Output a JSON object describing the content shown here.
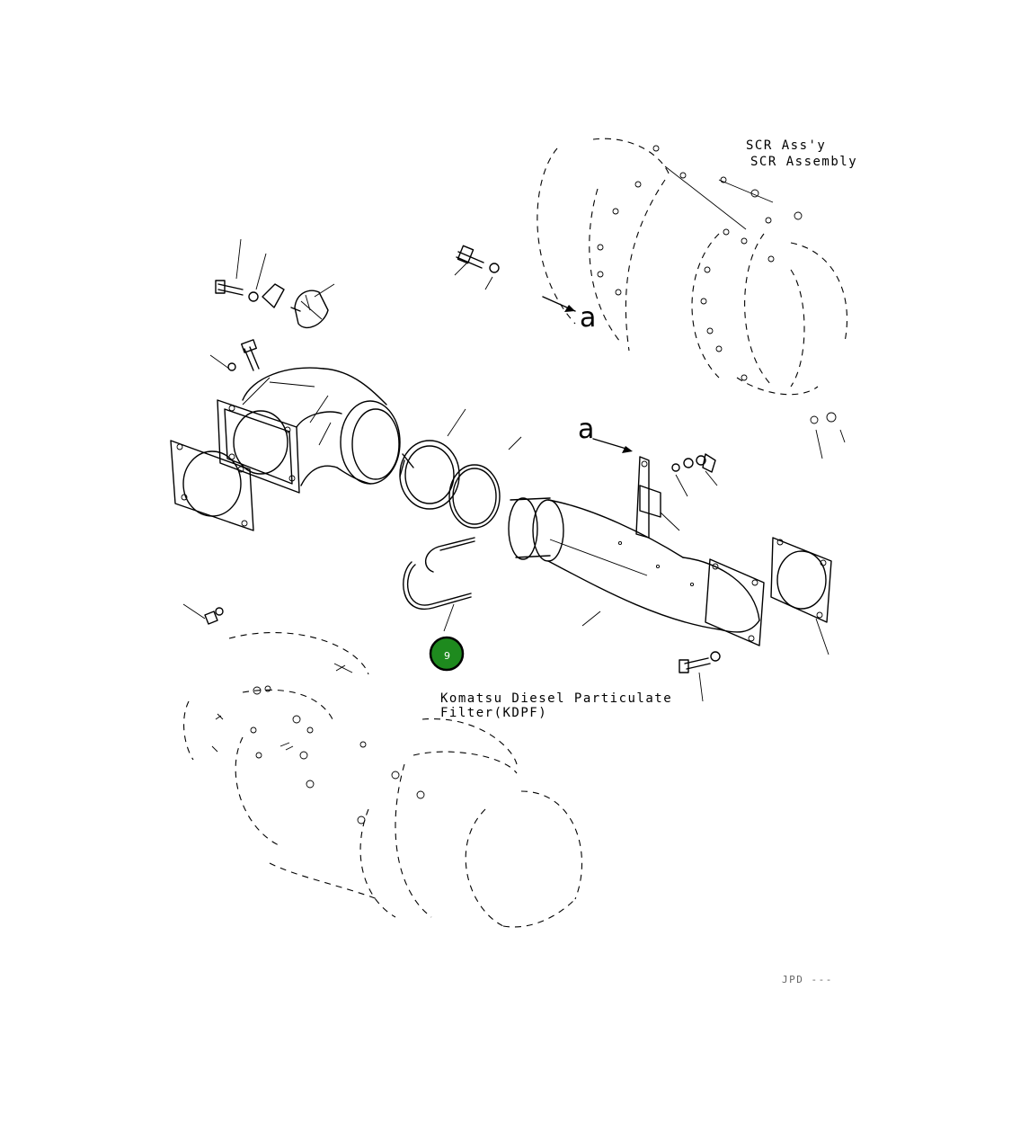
{
  "labels": {
    "scr_assy": "SCR Ass'y",
    "scr_assembly": "SCR Assembly",
    "kdpf_line1": "Komatsu Diesel Particulate",
    "kdpf_line2": "Filter(KDPF)",
    "ref_a_top": "a",
    "ref_a_mid": "a",
    "drawing_code": "JPD ---"
  },
  "callouts": [
    {
      "number": "9",
      "color": "#1e8a1e",
      "border": "#000000"
    }
  ]
}
